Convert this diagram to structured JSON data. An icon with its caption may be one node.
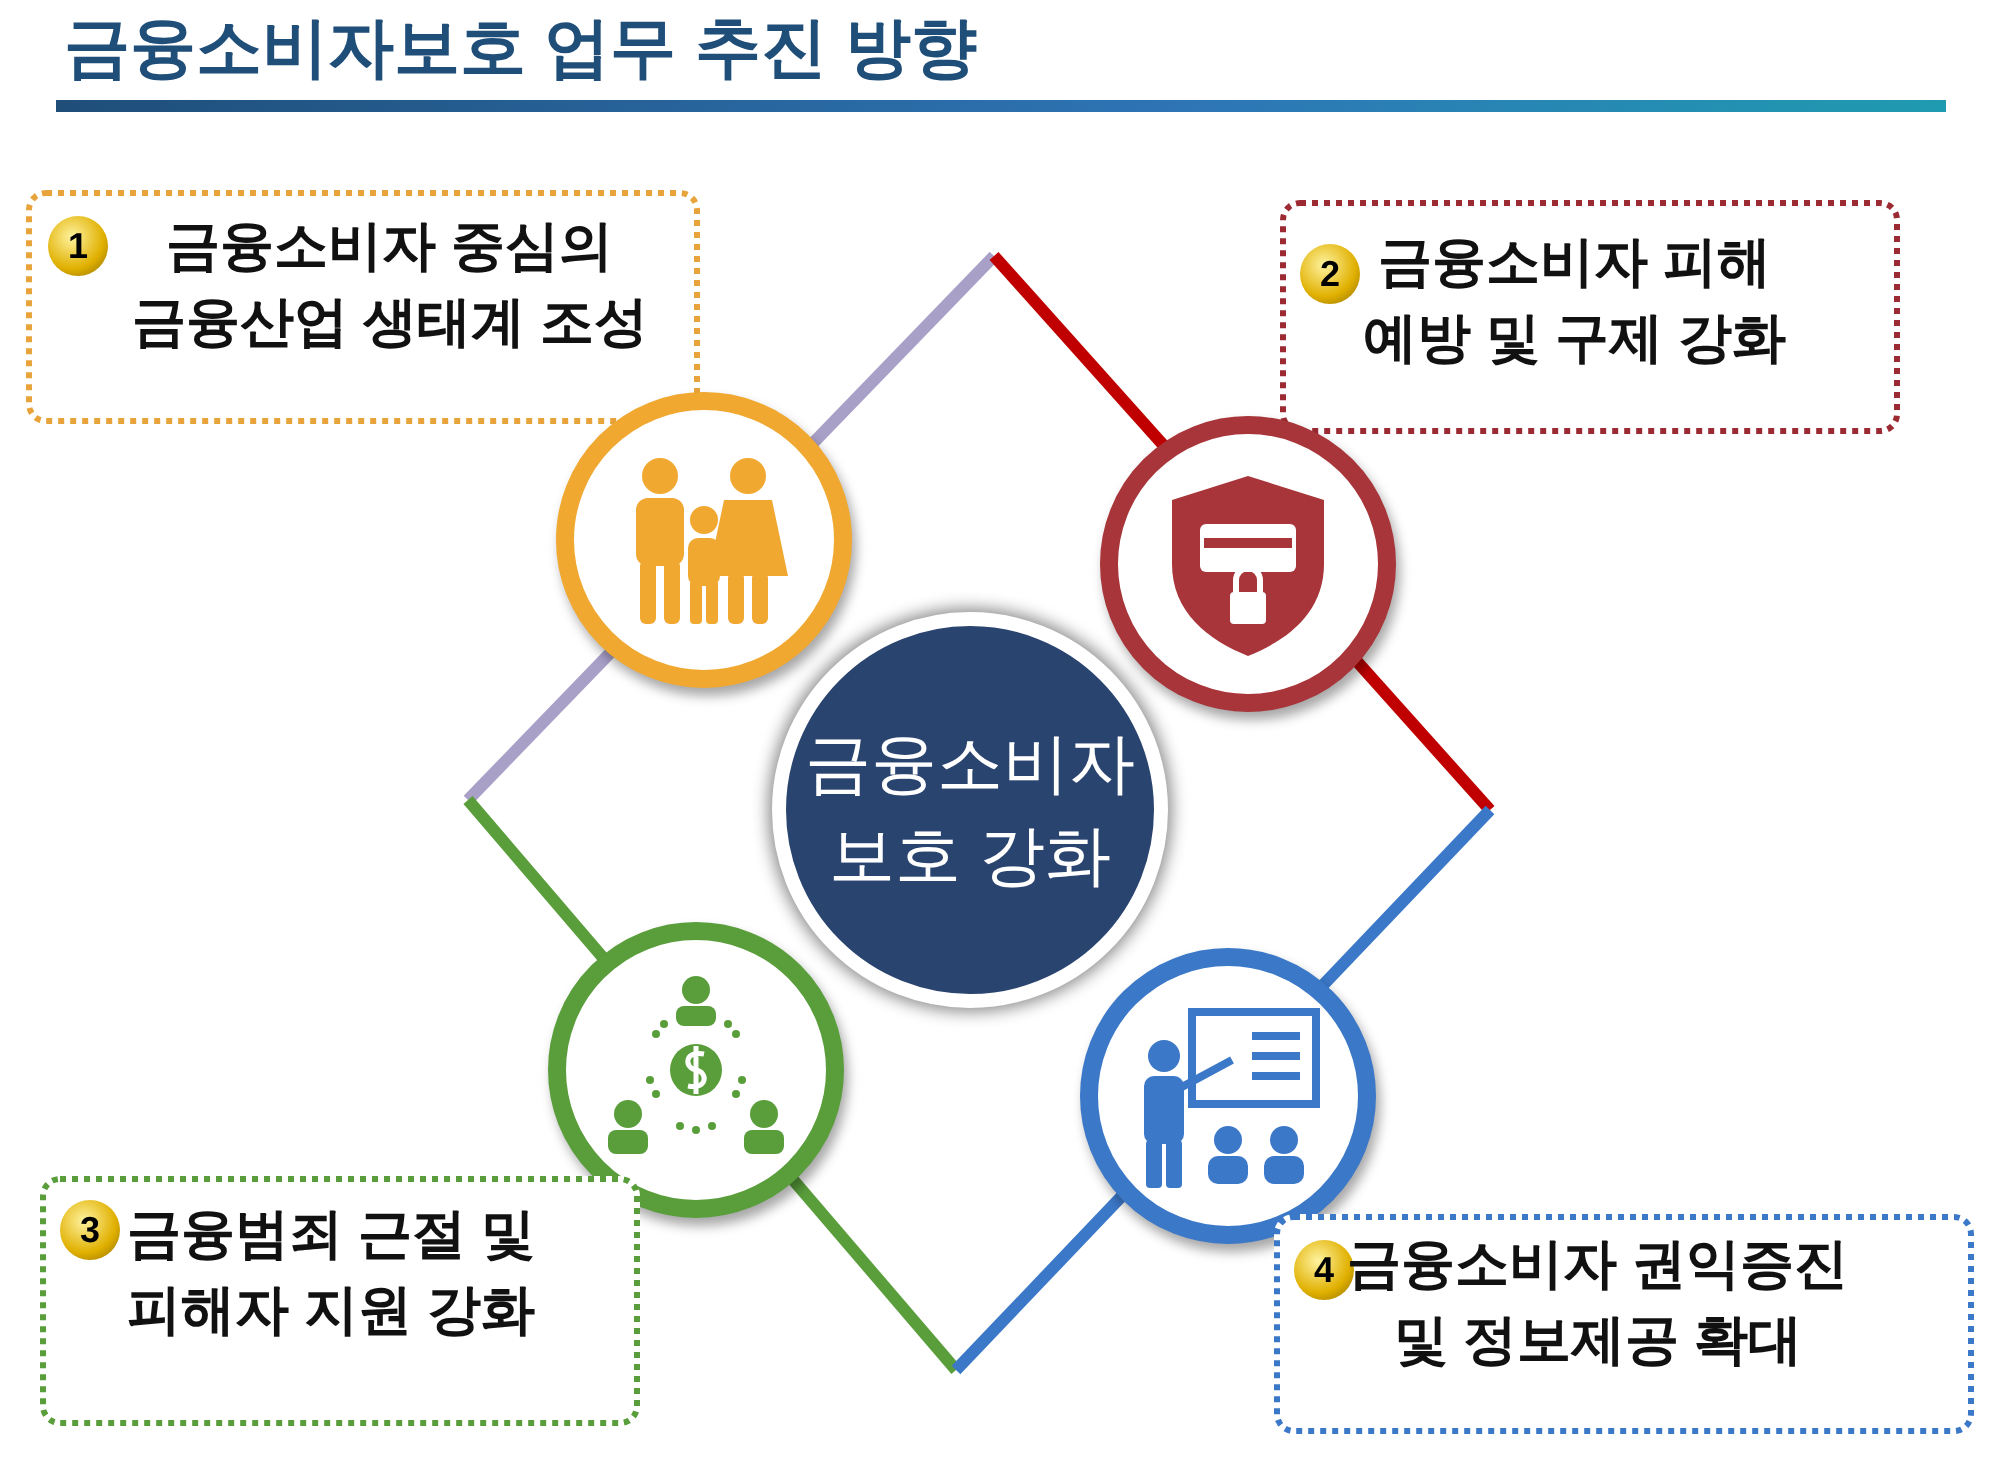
{
  "diagram": {
    "title": "금융소비자보호 업무 추진 방향",
    "nodes": [
      {
        "text": [
          "1",
          "금융소비자 중심의 금융산업 생태계 조성"
        ]
      },
      {
        "text": [
          "2",
          "금융소비자 피해 예방 및 구제 강화"
        ]
      },
      {
        "text": [],
        "shape": "circle"
      },
      {
        "text": [],
        "shape": "circle"
      },
      {
        "text": [
          "금융소비자 보호 강화"
        ]
      },
      {
        "text": [],
        "shape": "circle"
      },
      {
        "text": [],
        "shape": "circle"
      },
      {
        "text": [
          "3",
          "금융범죄 근절 및 피해자 지원 강화"
        ]
      },
      {
        "text": [
          "4",
          "금융소비자 권익증진 및 정보제공 확대"
        ]
      }
    ]
  }
}
